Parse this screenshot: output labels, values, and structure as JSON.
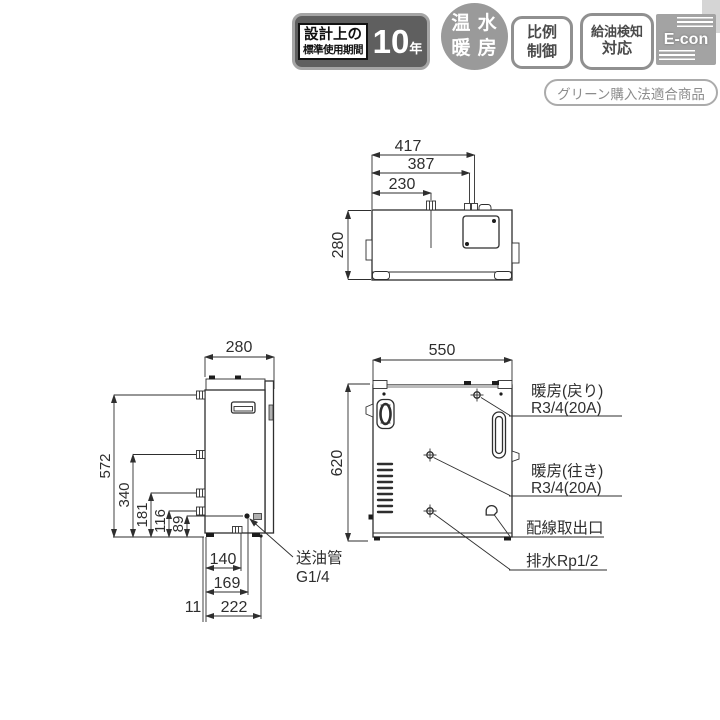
{
  "badges": {
    "design_life": {
      "name_line1": "設計上の",
      "name_line2": "標準使用期間",
      "value": "10",
      "unit": "年"
    },
    "hot_water_heating": {
      "line1": "温 水",
      "line2": "暖 房"
    },
    "proportional_control": {
      "line1": "比例",
      "line2": "制御"
    },
    "oil_supply_detection": {
      "line1": "給油検知",
      "line2": "対応"
    },
    "econ": {
      "label": "E-con"
    },
    "green_purchase": {
      "label": "グリーン購入法適合商品"
    }
  },
  "top_view": {
    "dim_417": "417",
    "dim_387": "387",
    "dim_230": "230",
    "dim_280": "280"
  },
  "side_view": {
    "dim_280": "280",
    "dim_572": "572",
    "dim_340": "340",
    "dim_181": "181",
    "dim_116": "116",
    "dim_89": "89",
    "dim_140": "140",
    "dim_169": "169",
    "dim_222": "222",
    "dim_11": "11",
    "oil_pipe_line1": "送油管",
    "oil_pipe_line2": "G1/4"
  },
  "front_view": {
    "dim_550": "550",
    "dim_620": "620",
    "heating_return_line1": "暖房(戻り)",
    "heating_return_line2": "R3/4(20A)",
    "heating_supply_line1": "暖房(往き)",
    "heating_supply_line2": "R3/4(20A)",
    "wiring_outlet": "配線取出口",
    "drain": "排水Rp1/2"
  },
  "colors": {
    "line": "#2e2e2e",
    "badge_gray": "#9a9a9a",
    "badge_dark": "#5f5f5f",
    "badge_text": "#4a4a4a",
    "corner_gray": "#d5d5d5"
  }
}
